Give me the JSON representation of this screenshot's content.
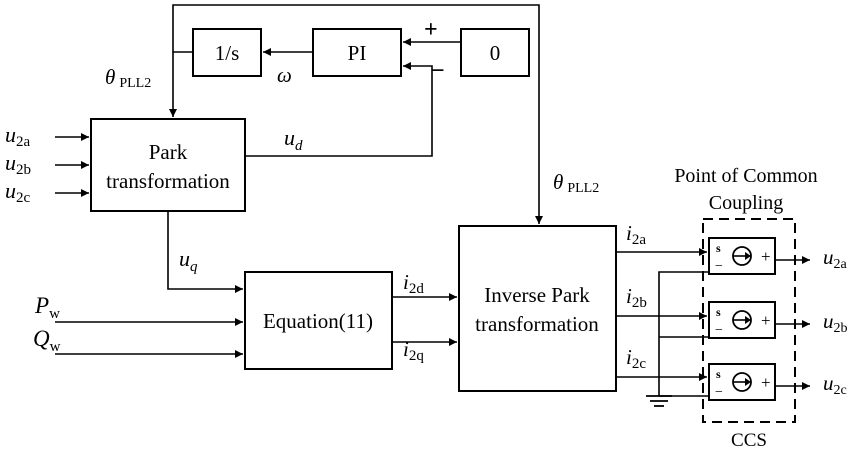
{
  "blocks": {
    "integrator": "1/s",
    "pi": "PI",
    "zero": "0",
    "park_line1": "Park",
    "park_line2": "transformation",
    "equation": "Equation(11)",
    "inv_park_line1": "Inverse Park",
    "inv_park_line2": "transformation"
  },
  "signs": {
    "plus": "+",
    "minus": "−"
  },
  "signals": {
    "theta_symbol": "θ",
    "theta_sub": "PLL2",
    "omega": "ω",
    "u_sym": "u",
    "i_sym": "i",
    "d_sub": "d",
    "q_sub": "q",
    "sub_2a": "2a",
    "sub_2b": "2b",
    "sub_2c": "2c",
    "sub_2d": "2d",
    "sub_2q": "2q",
    "P": "P",
    "Q": "Q",
    "w_sub": "w"
  },
  "pcc": {
    "title_line1": "Point of Common",
    "title_line2": "Coupling",
    "ccs_label": "CCS",
    "source_s": "s",
    "source_plus": "+",
    "source_minus": "−"
  }
}
